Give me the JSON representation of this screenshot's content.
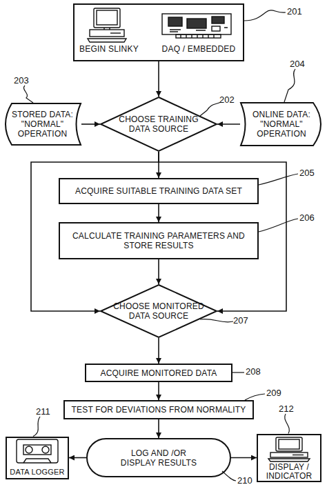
{
  "diagram": {
    "nodes": [
      {
        "text": [
          "BEGIN SLINKY",
          "DAQ / EMBEDDED"
        ]
      },
      {
        "text": [
          "STORED DATA: \"NORMAL\" OPERATION"
        ]
      },
      {
        "text": [
          "CHOOSE TRAINING DATA SOURCE"
        ]
      },
      {
        "text": [
          "ONLINE DATA: \"NORMAL\" OPERATION"
        ]
      },
      {
        "text": [
          "ACQUIRE SUITABLE TRAINING DATA SET"
        ]
      },
      {
        "text": [
          "CALCULATE TRAINING PARAMETERS AND STORE RESULTS"
        ]
      },
      {
        "text": [
          "CHOOSE MONITORED DATA SOURCE"
        ]
      },
      {
        "text": [
          "ACQUIRE MONITORED DATA"
        ]
      },
      {
        "text": [
          "TEST FOR DEVIATIONS FROM NORMALITY"
        ]
      },
      {
        "text": [
          "DATA LOGGER"
        ]
      },
      {
        "text": [
          "LOG AND /OR DISPLAY RESULTS"
        ]
      },
      {
        "text": [
          "DISPLAY / INDICATOR"
        ]
      }
    ],
    "edges": [
      {
        "from": 0,
        "to": 2,
        "arrow": "to"
      },
      {
        "from": 1,
        "to": 2,
        "arrow": "to"
      },
      {
        "from": 3,
        "to": 2,
        "arrow": "to"
      },
      {
        "from": 2,
        "to": 4,
        "arrow": "to"
      },
      {
        "from": 4,
        "to": 5,
        "arrow": "to"
      },
      {
        "from": 5,
        "to": 6,
        "arrow": "to"
      },
      {
        "from": 2,
        "to": 6,
        "arrow": "to"
      },
      {
        "from": 2,
        "to": 6,
        "arrow": "to"
      },
      {
        "from": 6,
        "to": 7,
        "arrow": "to"
      },
      {
        "from": 7,
        "to": 8,
        "arrow": "to"
      },
      {
        "from": 8,
        "to": 10,
        "arrow": "to"
      },
      {
        "from": 10,
        "to": 9,
        "arrow": "to"
      },
      {
        "from": 10,
        "to": 11,
        "arrow": "to"
      }
    ],
    "labels": [
      "201",
      "202",
      "203",
      "204",
      "205",
      "206",
      "207",
      "208",
      "209",
      "210",
      "211",
      "212"
    ]
  }
}
